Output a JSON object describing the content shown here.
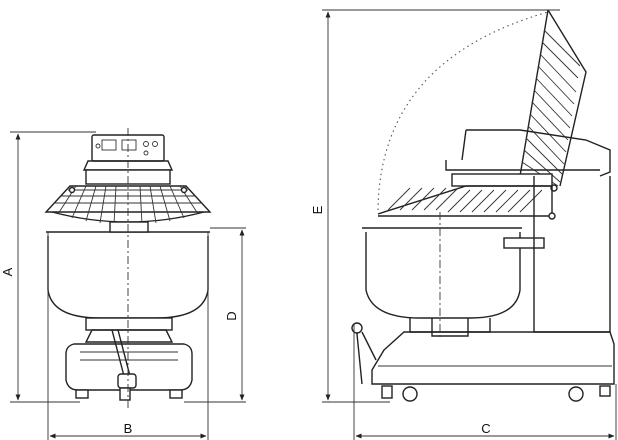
{
  "dimensions": {
    "a": "A",
    "b": "B",
    "c": "C",
    "d": "D",
    "e": "E"
  },
  "colors": {
    "line": "#222222",
    "background": "#ffffff"
  }
}
